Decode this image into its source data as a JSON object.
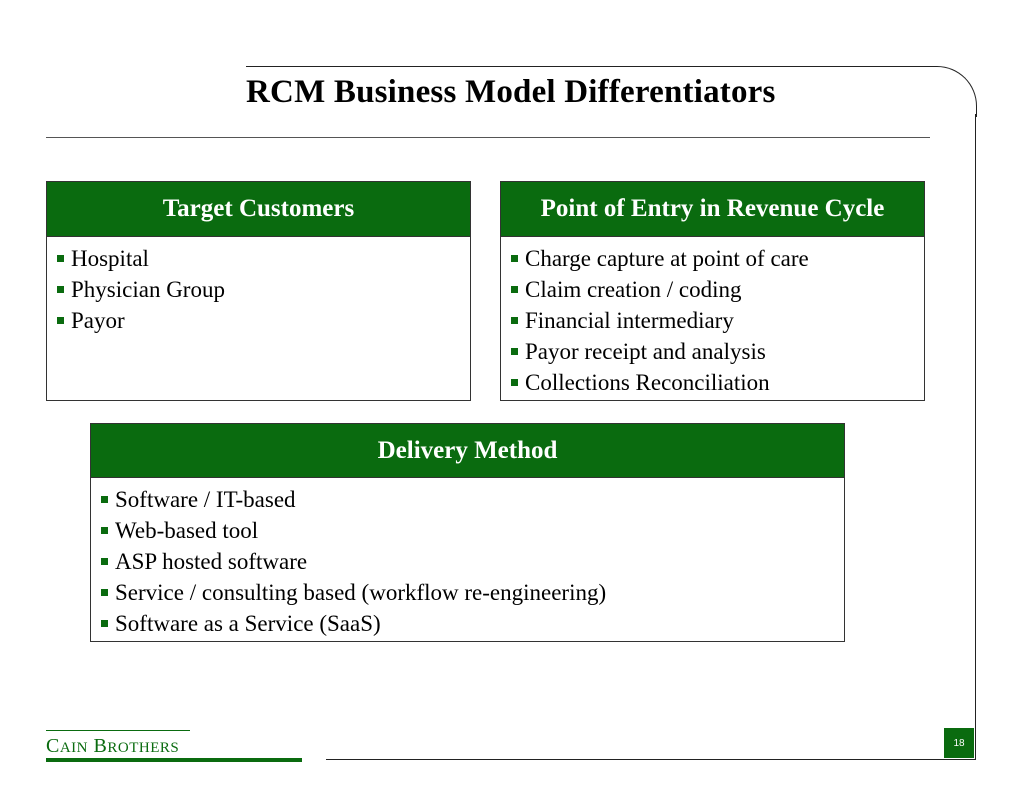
{
  "slide": {
    "title": "RCM Business Model Differentiators",
    "page_number": "18"
  },
  "boxes": {
    "target_customers": {
      "heading": "Target Customers",
      "items": [
        "Hospital",
        "Physician Group",
        "Payor"
      ]
    },
    "point_of_entry": {
      "heading": "Point of Entry in Revenue Cycle",
      "items": [
        "Charge capture at point of care",
        "Claim creation / coding",
        "Financial intermediary",
        "Payor receipt and analysis",
        "Collections Reconciliation"
      ]
    },
    "delivery_method": {
      "heading": "Delivery Method",
      "items": [
        "Software / IT-based",
        "Web-based tool",
        "ASP hosted software",
        "Service / consulting based (workflow re-engineering)",
        "Software as a Service (SaaS)"
      ]
    }
  },
  "logo": {
    "first_initial": "C",
    "first_rest": "AIN",
    "second_initial": "B",
    "second_rest": "ROTHERS"
  },
  "colors": {
    "accent_green": "#0a6b0f"
  }
}
